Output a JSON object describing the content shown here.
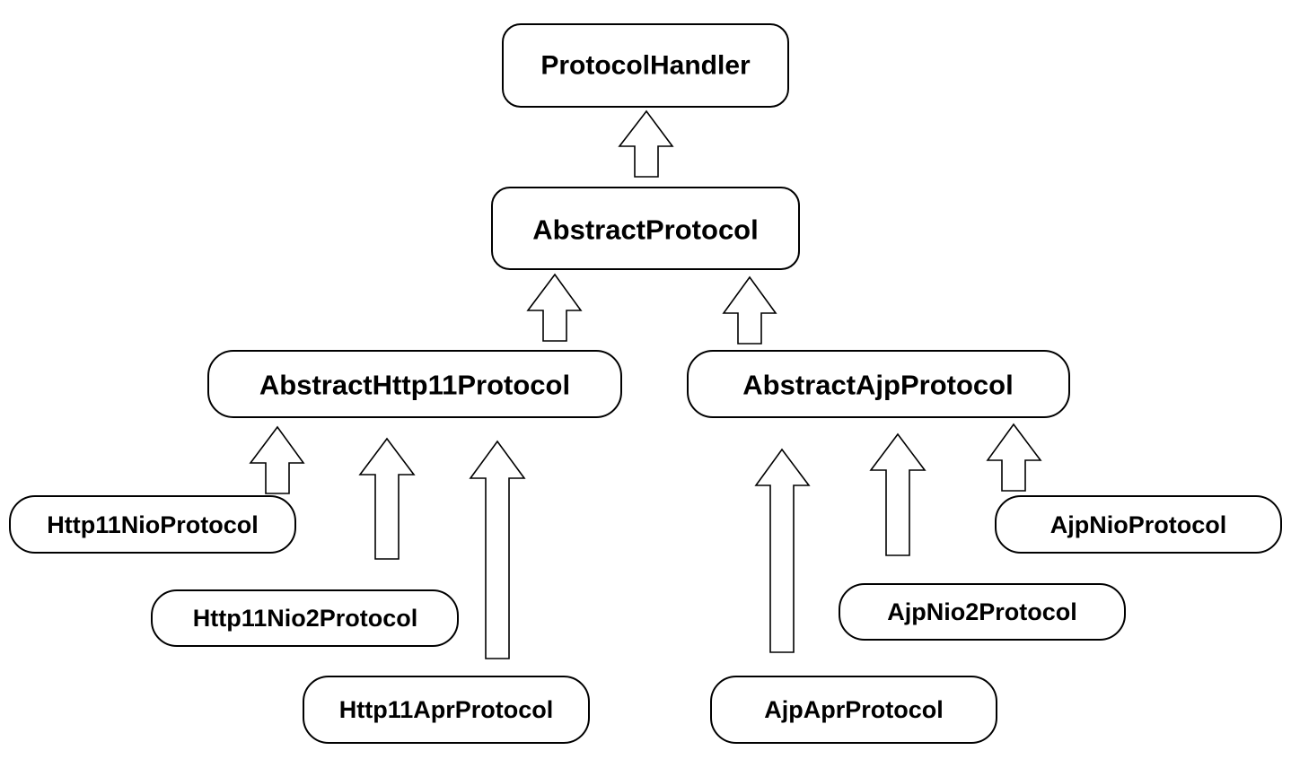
{
  "nodes": {
    "protocol_handler": "ProtocolHandler",
    "abstract_protocol": "AbstractProtocol",
    "abstract_http11_protocol": "AbstractHttp11Protocol",
    "abstract_ajp_protocol": "AbstractAjpProtocol",
    "http11_nio_protocol": "Http11NioProtocol",
    "http11_nio2_protocol": "Http11Nio2Protocol",
    "http11_apr_protocol": "Http11AprProtocol",
    "ajp_nio_protocol": "AjpNioProtocol",
    "ajp_nio2_protocol": "AjpNio2Protocol",
    "ajp_apr_protocol": "AjpAprProtocol"
  },
  "edges": [
    {
      "from": "abstract_protocol",
      "to": "protocol_handler"
    },
    {
      "from": "abstract_http11_protocol",
      "to": "abstract_protocol"
    },
    {
      "from": "abstract_ajp_protocol",
      "to": "abstract_protocol"
    },
    {
      "from": "http11_nio_protocol",
      "to": "abstract_http11_protocol"
    },
    {
      "from": "http11_nio2_protocol",
      "to": "abstract_http11_protocol"
    },
    {
      "from": "http11_apr_protocol",
      "to": "abstract_http11_protocol"
    },
    {
      "from": "ajp_apr_protocol",
      "to": "abstract_ajp_protocol"
    },
    {
      "from": "ajp_nio2_protocol",
      "to": "abstract_ajp_protocol"
    },
    {
      "from": "ajp_nio_protocol",
      "to": "abstract_ajp_protocol"
    }
  ]
}
